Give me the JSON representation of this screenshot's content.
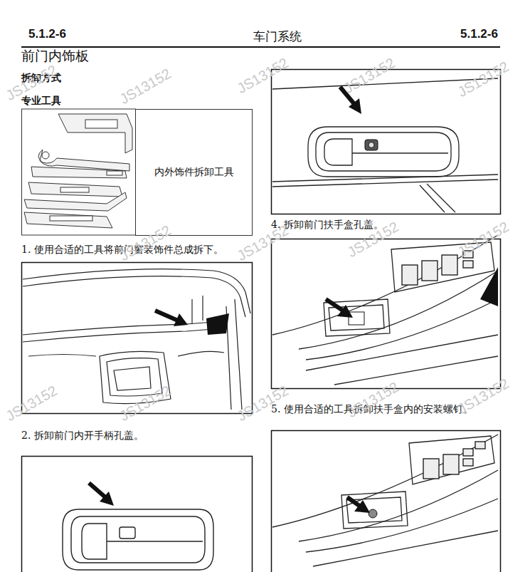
{
  "diagram": {
    "title": "前门内饰板",
    "nodes": [
      {
        "text": [
          "内外饰件拆卸工具"
        ]
      }
    ],
    "labels": [
      "5.1.2-6",
      "车门系统",
      "5.1.2-6",
      "拆卸方式",
      "专业工具",
      "1.  使用合适的工具将前门窗装饰件总成拆下。",
      "2.  拆卸前门内开手柄孔盖。",
      "4.  拆卸前门扶手盒孔盖。",
      "5.  使用合适的工具拆卸扶手盒内的安装螺钉。",
      "JS13152",
      "JS13152",
      "JS13152",
      "JS13152",
      "JS13152",
      "JS13152",
      "JS13152",
      "JS13152",
      "JS13152",
      "JS13152",
      "JS13152",
      "JS13152",
      "JS13152",
      "JS13152"
    ]
  }
}
